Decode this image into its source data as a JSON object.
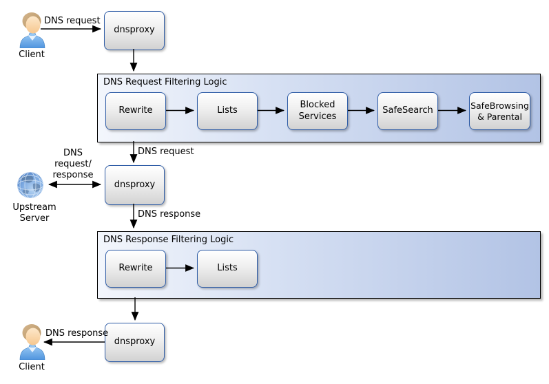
{
  "nodes": {
    "client_top": "Client",
    "client_bottom": "Client",
    "upstream": "Upstream\nServer",
    "dnsproxy_top": "dnsproxy",
    "dnsproxy_middle": "dnsproxy",
    "dnsproxy_bottom": "dnsproxy"
  },
  "containers": {
    "request": {
      "title": "DNS Request Filtering Logic",
      "steps": [
        {
          "label": "Rewrite"
        },
        {
          "label": "Lists"
        },
        {
          "label": "Blocked\nServices"
        },
        {
          "label": "SafeSearch"
        },
        {
          "label": "SafeBrowsing\n& Parental"
        }
      ]
    },
    "response": {
      "title": "DNS Response Filtering Logic",
      "steps": [
        {
          "label": "Rewrite"
        },
        {
          "label": "Lists"
        }
      ]
    }
  },
  "edge_labels": {
    "client_request": "DNS request",
    "proxy_to_request_filter": "DNS request",
    "upstream_exchange": "DNS\nrequest/\nresponse",
    "proxy_response": "DNS response",
    "response_to_client": "DNS response"
  },
  "colors": {
    "node_border": "#2e5ca6",
    "container_border": "#000000",
    "container_gradient_start": "#f3f6fc",
    "container_gradient_end": "#b2c3e5",
    "arrow": "#000000"
  }
}
